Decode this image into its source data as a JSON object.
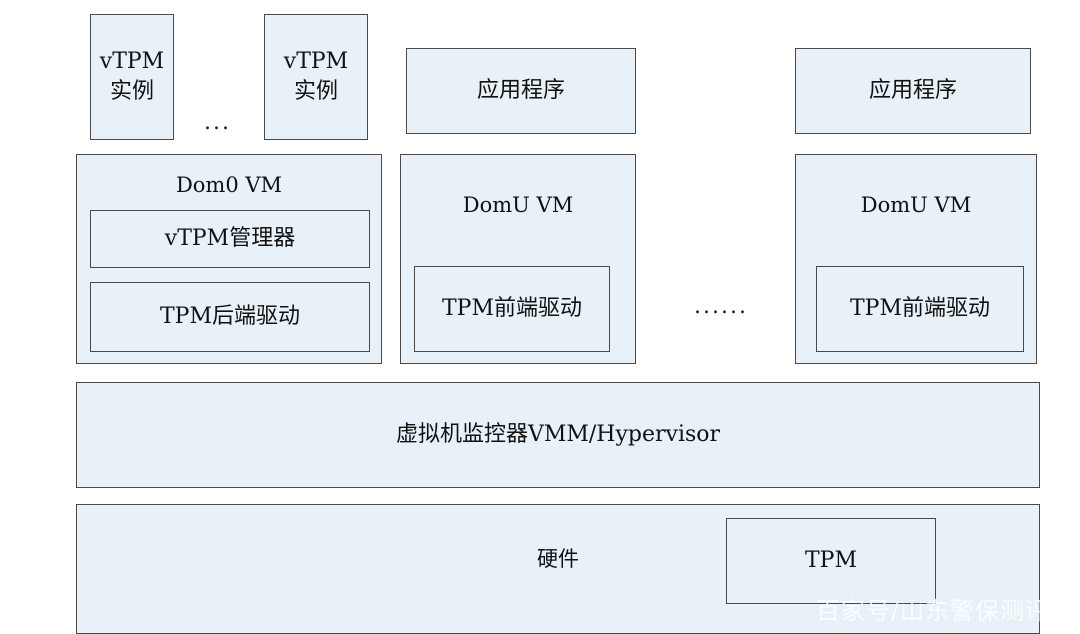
{
  "vtpm_instance_1": [
    "vTPM",
    "实例"
  ],
  "vtpm_instance_2": [
    "vTPM",
    "实例"
  ],
  "instance_ellipsis": "...",
  "app_1": "应用程序",
  "app_2": "应用程序",
  "dom0": {
    "title": "Dom0 VM",
    "manager": "vTPM管理器",
    "backend": "TPM后端驱动"
  },
  "domu_1": {
    "title": "DomU VM",
    "frontend": "TPM前端驱动"
  },
  "domu_ellipsis": "......",
  "domu_2": {
    "title": "DomU VM",
    "frontend": "TPM前端驱动"
  },
  "hypervisor": "虚拟机监控器VMM/Hypervisor",
  "hardware": {
    "label": "硬件",
    "tpm": "TPM"
  },
  "watermark": "百家号/山东警保测评",
  "colors": {
    "box_fill": "#e8f1f7",
    "border": "#4a4a4a"
  }
}
